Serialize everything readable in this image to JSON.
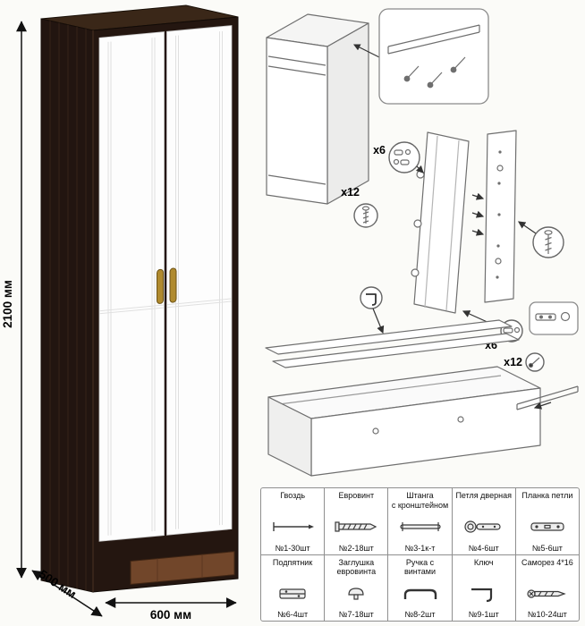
{
  "wardrobe": {
    "dim_height": "2100 мм",
    "dim_depth": "500 мм",
    "dim_width": "600 мм"
  },
  "assembly": {
    "top_hinge_count": "x6",
    "top_screw_count": "x12",
    "bottom_hinge_count": "x6",
    "bottom_screw_count": "x12"
  },
  "parts": {
    "items": [
      {
        "name": "Гвоздь",
        "qty": "№1-30шт",
        "icon": "nail-icon"
      },
      {
        "name": "Евровинт",
        "qty": "№2-18шт",
        "icon": "eurovint-icon"
      },
      {
        "name": "Штанга",
        "name2": "с кронштейном",
        "qty": "№3-1к-т",
        "icon": "rod-bracket-icon"
      },
      {
        "name": "Петля дверная",
        "qty": "№4-6шт",
        "icon": "door-hinge-icon"
      },
      {
        "name": "Планка петли",
        "qty": "№5-6шт",
        "icon": "hinge-plate-icon"
      },
      {
        "name": "Подпятник",
        "qty": "№6-4шт",
        "icon": "footpad-icon"
      },
      {
        "name": "Заглушка",
        "name2": "евровинта",
        "qty": "№7-18шт",
        "icon": "screw-cap-icon"
      },
      {
        "name": "Ручка с винтами",
        "qty": "№8-2шт",
        "icon": "handle-icon"
      },
      {
        "name": "Ключ",
        "qty": "№9-1шт",
        "icon": "key-icon"
      },
      {
        "name": "Саморез 4*16",
        "qty": "№10-24шт",
        "icon": "wood-screw-icon"
      }
    ]
  },
  "colors": {
    "carcass_dark": "#241610",
    "door_white": "#fdfdfd",
    "handle_gold": "#b08a2e",
    "plinth_brown": "#71462a",
    "diagram_line": "#6f6f6f"
  }
}
